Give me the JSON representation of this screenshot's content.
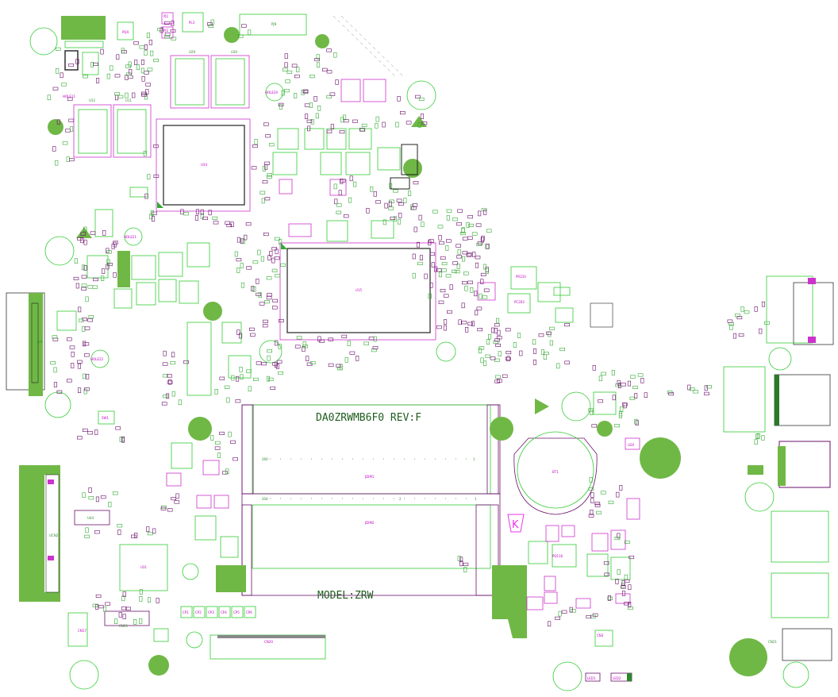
{
  "board": {
    "model_code": "DA0ZRWMB6F0 REV:F",
    "model_name": "MODEL:ZRW",
    "logo_letter": "K"
  },
  "colors": {
    "outline": "#33cc33",
    "pad": "#cc33cc",
    "copper": "#5aa832",
    "text": "#1f5c1f",
    "dark": "#6b0f6b"
  },
  "labels": {
    "u34": "U34",
    "u15": "U15",
    "u12": "U12",
    "u11": "U11",
    "u29": "U29",
    "u30": "U30",
    "u44": "U44",
    "u31": "U31",
    "bt1": "BT1",
    "jdim1": "JDIM1",
    "jdim2": "JDIM2",
    "cn20": "CN20",
    "cn21": "CN21",
    "cn17": "CN17",
    "cn15": "CN15",
    "ucn2": "UCN2",
    "hole_a": "HOLE20",
    "hole_b": "HOLE21",
    "hole_c": "HOLE22",
    "hole_d": "HOLE11",
    "ju1": "JU1",
    "sw1": "SW1",
    "pc203": "PC203",
    "pl3": "PL3",
    "pq4": "PQ4",
    "pj1": "PJ1",
    "pj2": "PJ2",
    "pj9": "PJ9",
    "cp1": "CP1",
    "cp2": "CP2",
    "cp3": "CP3",
    "cp4": "CP4",
    "cp5": "CP5",
    "cp6": "CP6",
    "led1": "LED1",
    "led2": "LED2",
    "cn3": "CN3",
    "pr210": "PR210",
    "pq116": "PQ116",
    "u26": "U26",
    "dimm_a_left": "260",
    "dimm_a_right": "1",
    "dimm_b_left": "204",
    "dimm_b_mid": "2",
    "dimm_b_right": "1"
  }
}
